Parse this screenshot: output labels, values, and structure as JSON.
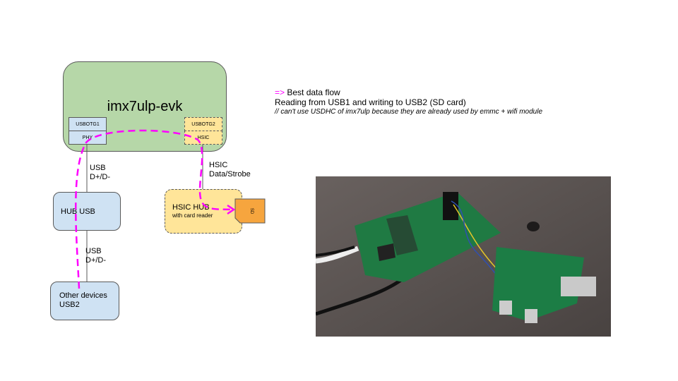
{
  "board": {
    "title": "imx7ulp-evk",
    "usbotg1": "USBOTG1",
    "phy": "PHY",
    "usbotg2": "USBOTG2",
    "hsic": "HSIC"
  },
  "links": {
    "usb1": [
      "USB",
      "D+/D-"
    ],
    "usb2": [
      "USB",
      "D+/D-"
    ],
    "hsic": [
      "HSIC",
      "Data/Strobe"
    ]
  },
  "hub_usb": {
    "label": "HUB USB"
  },
  "other_devices": {
    "line1": "Other devices",
    "line2": "USB2"
  },
  "hsic_hub": {
    "line1": "HSIC HUB",
    "line2": "with card reader"
  },
  "sd_card": {
    "label": "SD"
  },
  "notes": {
    "arrow": "=>",
    "best_flow": " Best data flow",
    "reading": "Reading from USB1 and writing to USB2 (SD card)",
    "comment": "// can't use USDHC of imx7ulp because they are already used by emmc + wifi module"
  },
  "colors": {
    "board": "#b6d7a8",
    "blue_box": "#cfe2f3",
    "yellow_box": "#ffe599",
    "sd": "#f6a53e",
    "flow": "#ff00ff"
  }
}
